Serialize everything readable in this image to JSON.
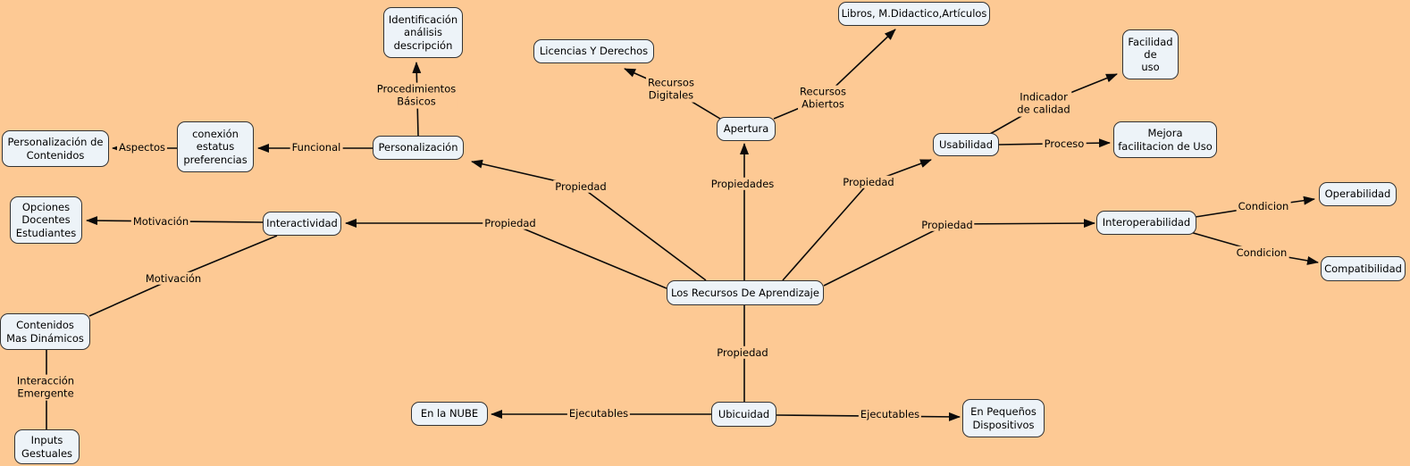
{
  "diagram_title": "Los Recursos De Aprendizaje",
  "colors": {
    "background": "#fdc994",
    "node_fill": "#edf3f8",
    "node_border": "#333333",
    "line": "#0a0a0a",
    "text": "#000000"
  },
  "nodes": {
    "identificacion": "Identificación\nanálisis\ndescripción",
    "licencias": "Licencias Y Derechos",
    "libros": "Libros, M.Didactico,Artículos",
    "facilidad": "Facilidad\nde\nuso",
    "personalizacion_de_contenidos": "Personalización de\nContenidos",
    "conexion": "conexión\nestatus\npreferencias",
    "personalizacion": "Personalización",
    "apertura": "Apertura",
    "usabilidad": "Usabilidad",
    "mejora": "Mejora\nfacilitacion de Uso",
    "opciones": "Opciones\nDocentes\nEstudiantes",
    "interactividad": "Interactividad",
    "interoperabilidad": "Interoperabilidad",
    "operabilidad": "Operabilidad",
    "compatibilidad": "Compatibilidad",
    "contenidos": "Contenidos\nMas Dinámicos",
    "recursos": "Los Recursos De Aprendizaje",
    "nube": "En la NUBE",
    "ubicuidad": "Ubicuidad",
    "dispositivos": "En Pequeños\nDispositivos",
    "inputs": "Inputs\nGestuales"
  },
  "edge_labels": {
    "procedimientos": "Procedimientos\nBásicos",
    "recursos_digitales": "Recursos\nDigitales",
    "recursos_abiertos": "Recursos\nAbiertos",
    "indicador": "Indicador\nde calidad",
    "aspectos": "Aspectos",
    "funcional": "Funcional",
    "proceso": "Proceso",
    "motivacion_docentes": "Motivación",
    "motivacion_contenidos": "Motivación",
    "propiedad_personalizacion": "Propiedad",
    "propiedades_apertura": "Propiedades",
    "propiedad_usabilidad": "Propiedad",
    "propiedad_interactividad": "Propiedad",
    "propiedad_interoperabilidad": "Propiedad",
    "condicion_operabilidad": "Condicion",
    "condicion_compatibilidad": "Condicion",
    "interaccion_emergente": "Interacción\nEmergente",
    "propiedad_ubicuidad": "Propiedad",
    "ejecutables_nube": "Ejecutables",
    "ejecutables_dispositivos": "Ejecutables"
  }
}
